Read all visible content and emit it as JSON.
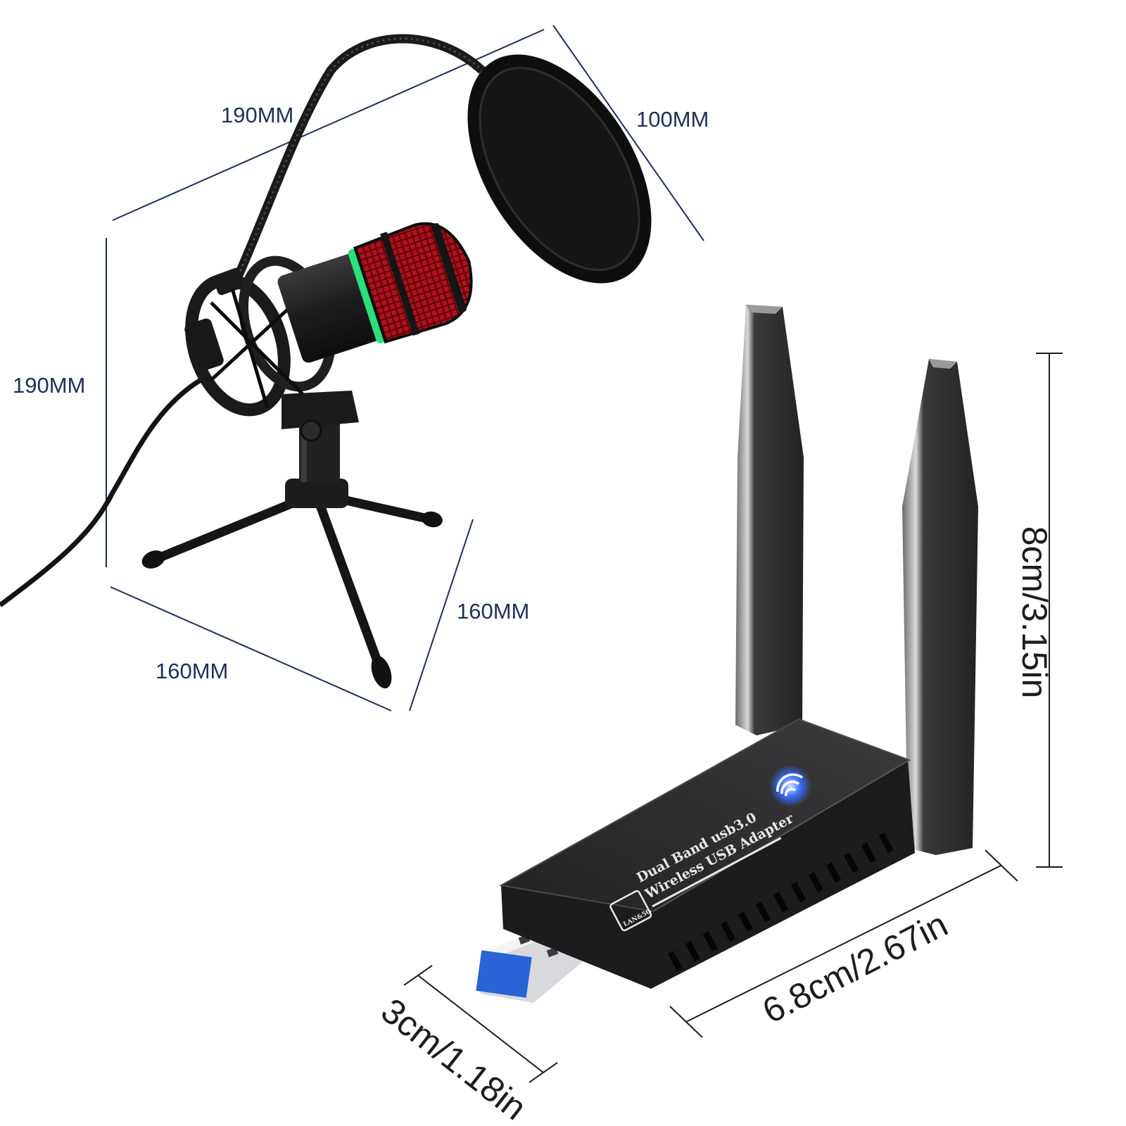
{
  "microphone_dimensions": {
    "top_width": "190MM",
    "pop_filter_depth": "100MM",
    "height": "190MM",
    "base_depth": "160MM",
    "base_width": "160MM"
  },
  "adapter_dimensions": {
    "height": "8cm/3.15in",
    "length": "6.8cm/2.67in",
    "plug_width": "3cm/1.18in"
  },
  "adapter_labels": {
    "line1": "Dual Band usb3.0",
    "line2": "Wireless USB Adapter",
    "badge": "LAN&5G"
  },
  "colors": {
    "dimension_line": "#1f2f57",
    "mic_ring": "#2be07a",
    "mic_grille": "#b0101c",
    "wifi_led": "#3a6bff",
    "device_body": "#2b2b2d",
    "usb_tongue": "#2a63d6"
  }
}
